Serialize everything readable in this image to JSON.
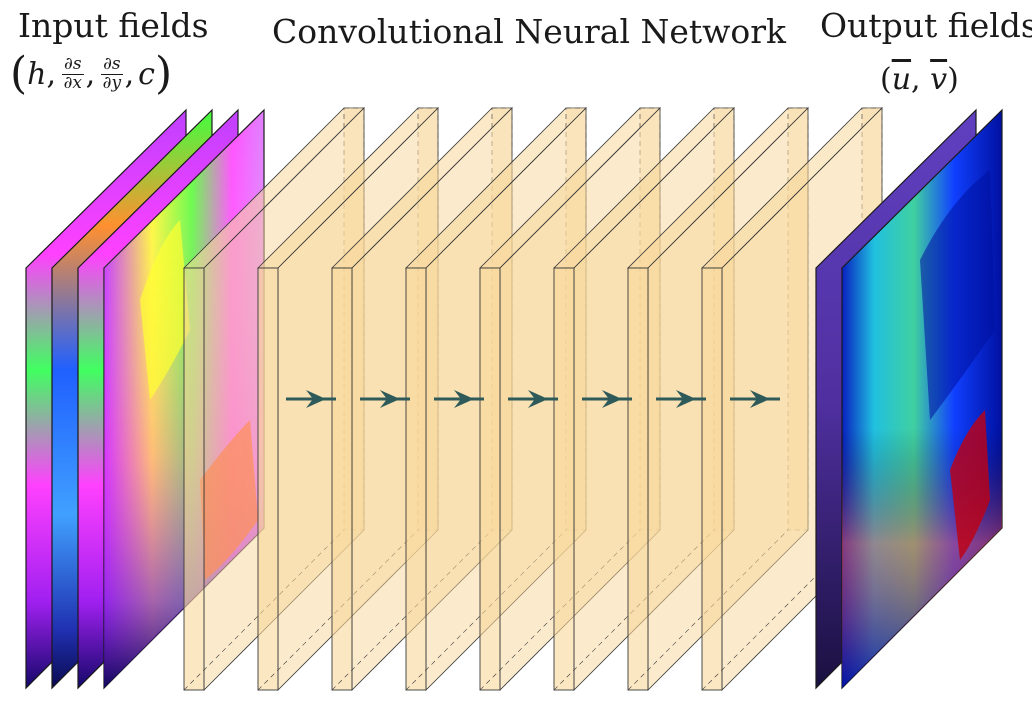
{
  "input": {
    "title": "Input fields",
    "math": {
      "open": "(",
      "h": "h",
      "f1_num": "∂s",
      "f1_den": "∂x",
      "f2_num": "∂s",
      "f2_den": "∂y",
      "c": "c",
      "close": ")"
    }
  },
  "network": {
    "title": "Convolutional Neural Network",
    "layer_count": 8,
    "arrow_count": 7
  },
  "output": {
    "title": "Output fields",
    "math": {
      "open": "(",
      "u": "u",
      "sep": ", ",
      "v": "v",
      "close": ")"
    }
  },
  "colors": {
    "layer_fill": "#f8d79a",
    "layer_stroke": "#3a3a3a",
    "arrow": "#2f5a5a",
    "input_palette": [
      "#1a0a6a",
      "#a020f0",
      "#ff40ff",
      "#ff8040",
      "#ffff00",
      "#40ff40",
      "#2060ff"
    ],
    "output_palette": [
      "#0a0a80",
      "#1030ff",
      "#00c0ff",
      "#40e0a0",
      "#ffff80",
      "#ff4040",
      "#a00000"
    ]
  }
}
